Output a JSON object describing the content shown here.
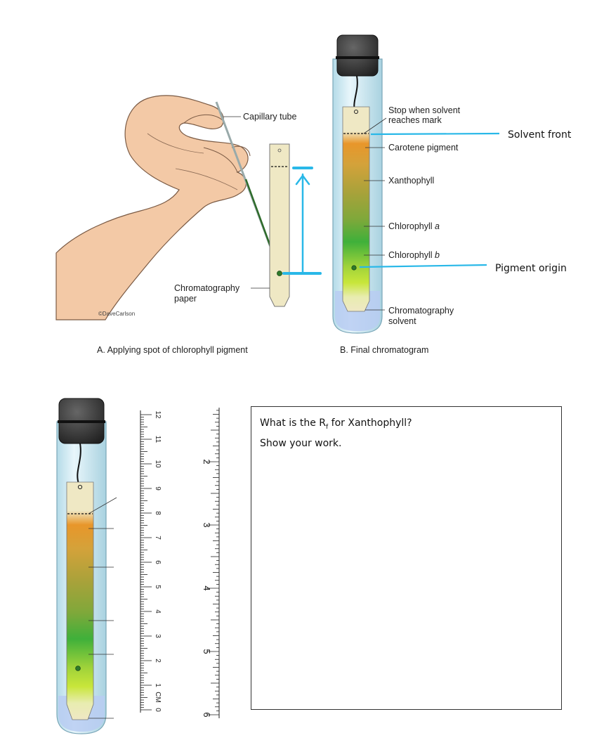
{
  "top_left": {
    "labels": {
      "capillary_tube": "Capillary tube",
      "paper_line1": "Chromatography",
      "paper_line2": "paper",
      "copyright": "©DaveCarlson"
    },
    "caption": "A. Applying spot of chlorophyll pigment"
  },
  "top_right": {
    "labels": {
      "stop_line1": "Stop when solvent",
      "stop_line2": "reaches mark",
      "carotene": "Carotene pigment",
      "xanthophyll": "Xanthophyll",
      "chl_a_prefix": "Chlorophyll ",
      "chl_a_suffix": "a",
      "chl_b_prefix": "Chlorophyll ",
      "chl_b_suffix": "b",
      "solvent_line1": "Chromatography",
      "solvent_line2": "solvent"
    },
    "annotations": {
      "solvent_front": "Solvent front",
      "pigment_origin": "Pigment origin"
    },
    "caption": "B. Final chromatogram"
  },
  "ruler_cm": {
    "unit_label": "CM",
    "numbers": [
      "0",
      "1",
      "2",
      "3",
      "4",
      "5",
      "6",
      "7",
      "8",
      "9",
      "10",
      "11",
      "12"
    ]
  },
  "ruler_in": {
    "numbers": [
      "2",
      "3",
      "4",
      "5",
      "6"
    ]
  },
  "question": {
    "line1_prefix": "What is the R",
    "line1_sub": "f",
    "line1_suffix": " for Xanthophyll?",
    "line2": "Show your work."
  },
  "colors": {
    "annotation_blue": "#29b8e8",
    "carotene": "#e8962a",
    "xanthophyll": "#a8a23a",
    "chlorophyll_a": "#3fb03a",
    "chlorophyll_b": "#c8e63a",
    "solvent": "#b9cdf2",
    "paper": "#efe8c4"
  }
}
